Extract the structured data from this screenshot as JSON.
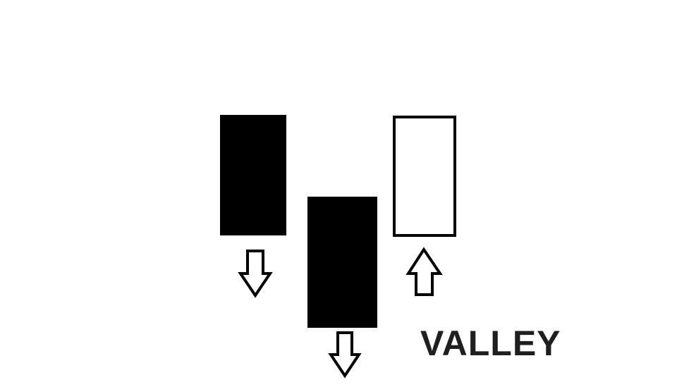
{
  "diagram": {
    "label": "VALLEY",
    "colors": {
      "bearish_fill": "#000000",
      "bullish_fill": "#ffffff",
      "outline": "#000000",
      "text": "#1f1f1f"
    },
    "candles": [
      {
        "name": "candle-1-bearish",
        "kind": "bearish",
        "arrow": "down"
      },
      {
        "name": "candle-2-bearish",
        "kind": "bearish",
        "arrow": "down"
      },
      {
        "name": "candle-3-bullish",
        "kind": "bullish",
        "arrow": "up"
      }
    ]
  }
}
